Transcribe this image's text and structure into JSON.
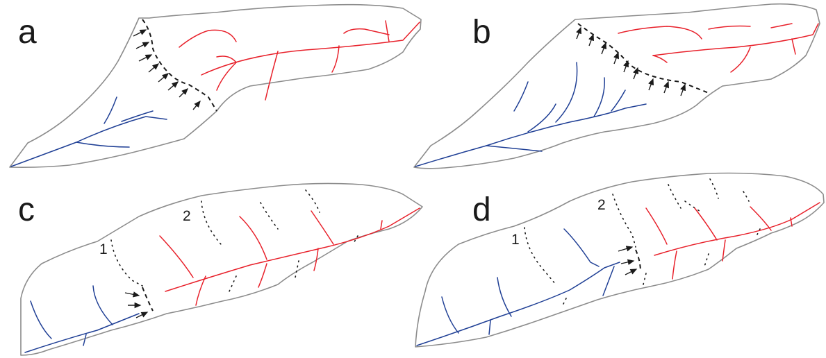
{
  "panels": [
    {
      "letter": "a"
    },
    {
      "letter": "b"
    },
    {
      "letter": "c",
      "labels": [
        "1",
        "2"
      ]
    },
    {
      "letter": "d",
      "labels": [
        "1",
        "2"
      ]
    }
  ],
  "colors": {
    "outline": "#8c8c8c",
    "upstream_network": "#e8202a",
    "downstream_network": "#1f3f95",
    "divide": "#1a1a1a"
  }
}
